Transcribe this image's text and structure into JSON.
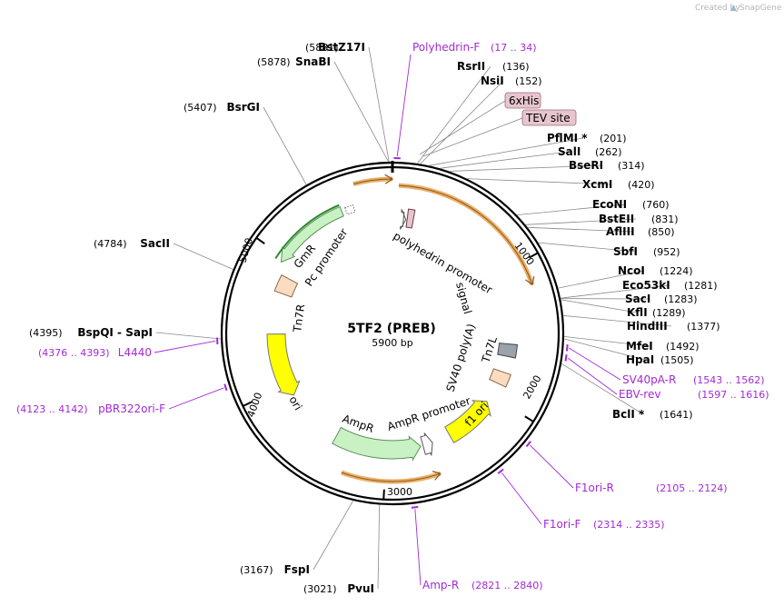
{
  "plasmid": {
    "name": "5TF2 (PREB)",
    "length_label": "5900 bp"
  },
  "credit": {
    "prefix": "Created by",
    "product": "SnapGene"
  },
  "ticks": [
    "1000",
    "2000",
    "3000",
    "4000",
    "5000"
  ],
  "restriction_sites": [
    {
      "name": "BstZ17I",
      "pos": "(5881)"
    },
    {
      "name": "SnaBI",
      "pos": "(5878)"
    },
    {
      "name": "BsrGI",
      "pos": "(5407)"
    },
    {
      "name": "SacII",
      "pos": "(4784)"
    },
    {
      "name": "BspQI  - SapI",
      "pos": "(4395)"
    },
    {
      "name": "RsrII",
      "pos": "(136)"
    },
    {
      "name": "NsiI",
      "pos": "(152)"
    },
    {
      "name": "PflMI *",
      "pos": "(201)"
    },
    {
      "name": "SalI",
      "pos": "(262)"
    },
    {
      "name": "BseRI",
      "pos": "(314)"
    },
    {
      "name": "XcmI",
      "pos": "(420)"
    },
    {
      "name": "EcoNI",
      "pos": "(760)"
    },
    {
      "name": "BstEII",
      "pos": "(831)"
    },
    {
      "name": "AflIII",
      "pos": "(850)"
    },
    {
      "name": "SbfI",
      "pos": "(952)"
    },
    {
      "name": "NcoI",
      "pos": "(1224)"
    },
    {
      "name": "Eco53kI",
      "pos": "(1281)"
    },
    {
      "name": "SacI",
      "pos": "(1283)"
    },
    {
      "name": "KflI",
      "pos": "(1289)"
    },
    {
      "name": "HindIII",
      "pos": "(1377)"
    },
    {
      "name": "MfeI",
      "pos": "(1492)"
    },
    {
      "name": "HpaI",
      "pos": "(1505)"
    },
    {
      "name": "BclI *",
      "pos": "(1641)"
    },
    {
      "name": "FspI",
      "pos": "(3167)"
    },
    {
      "name": "PvuI",
      "pos": "(3021)"
    }
  ],
  "primers": [
    {
      "name": "Polyhedrin-F",
      "range": "(17 .. 34)"
    },
    {
      "name": "L4440",
      "range": "(4376 .. 4393)"
    },
    {
      "name": "pBR322ori-F",
      "range": "(4123 .. 4142)"
    },
    {
      "name": "SV40pA-R",
      "range": "(1543 .. 1562)"
    },
    {
      "name": "EBV-rev",
      "range": "(1597 .. 1616)"
    },
    {
      "name": "F1ori-R",
      "range": "(2105 .. 2124)"
    },
    {
      "name": "F1ori-F",
      "range": "(2314 .. 2335)"
    },
    {
      "name": "Amp-R",
      "range": "(2821 .. 2840)"
    }
  ],
  "tags": [
    "6xHis",
    "TEV site"
  ],
  "features": [
    {
      "name": "polyhedrin promoter"
    },
    {
      "name": "signal"
    },
    {
      "name": "SV40 poly(A)"
    },
    {
      "name": "Tn7L"
    },
    {
      "name": "f1 ori"
    },
    {
      "name": "AmpR promoter"
    },
    {
      "name": "AmpR"
    },
    {
      "name": "ori"
    },
    {
      "name": "Tn7R"
    },
    {
      "name": "Pc promoter"
    },
    {
      "name": "GmR"
    }
  ],
  "colors": {
    "backbone": "#000000",
    "orf_outline": "#e7a04a",
    "gmr": "#c9f2c4",
    "ampr": "#c9f2c4",
    "ori": "#ffff00",
    "f1ori": "#ffff00",
    "tn7": "#fbdcc0",
    "sv40": "#9aa2aa",
    "primer": "#a22ad4",
    "tag": "#e7c5cf"
  }
}
